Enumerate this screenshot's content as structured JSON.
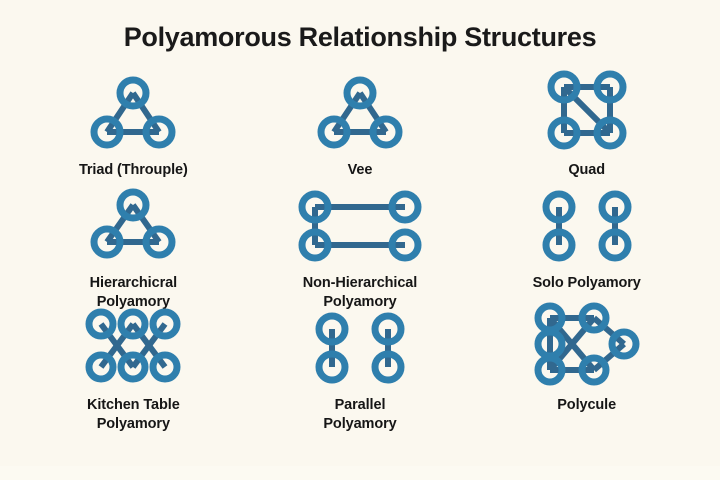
{
  "page": {
    "title": "Polyamorous Relationship Structures",
    "background_color": "#fbf8ef",
    "node_color": "#2f7fad",
    "edge_color": "#31688f",
    "text_color": "#161616"
  },
  "structures": [
    {
      "id": "triad",
      "label_line1": "Triad (Throuple)",
      "label_line2": "",
      "icon_name": "triad-triangle-icon",
      "nodes": 3,
      "description": "Three nodes arranged in a triangle, every pair connected"
    },
    {
      "id": "vee",
      "label_line1": "Vee",
      "label_line2": "",
      "icon_name": "vee-triangle-icon",
      "nodes": 3,
      "description": "Three nodes arranged in a triangle"
    },
    {
      "id": "quad",
      "label_line1": "Quad",
      "label_line2": "",
      "icon_name": "quad-square-icon",
      "nodes": 4,
      "description": "Four nodes in a square with all sides plus one diagonal"
    },
    {
      "id": "hierarchical",
      "label_line1": "Hierarchicral",
      "label_line2": "Polyamory",
      "icon_name": "hierarchical-triangle-icon",
      "nodes": 3,
      "description": "Three nodes in a triangle with one node raised above"
    },
    {
      "id": "non-hierarchical",
      "label_line1": "Non-Hierarchical",
      "label_line2": "Polyamory",
      "icon_name": "non-hierarchical-ladder-icon",
      "nodes": 4,
      "description": "Four nodes in two horizontal pairs joined on the left"
    },
    {
      "id": "solo",
      "label_line1": "Solo Polyamory",
      "label_line2": "",
      "icon_name": "solo-two-pairs-icon",
      "nodes": 4,
      "description": "Two separate vertical pairs of nodes"
    },
    {
      "id": "kitchen-table",
      "label_line1": "Kitchen Table",
      "label_line2": "Polyamory",
      "icon_name": "kitchen-table-lattice-icon",
      "nodes": 6,
      "description": "Three nodes over three nodes connected by crossing lines"
    },
    {
      "id": "parallel",
      "label_line1": "Parallel",
      "label_line2": "Polyamory",
      "icon_name": "parallel-two-pairs-icon",
      "nodes": 4,
      "description": "Two separate vertical pairs of nodes set apart"
    },
    {
      "id": "polycule",
      "label_line1": "Polycule",
      "label_line2": "",
      "icon_name": "polycule-network-icon",
      "nodes": 6,
      "description": "Six nodes in a dense interconnected network"
    }
  ]
}
